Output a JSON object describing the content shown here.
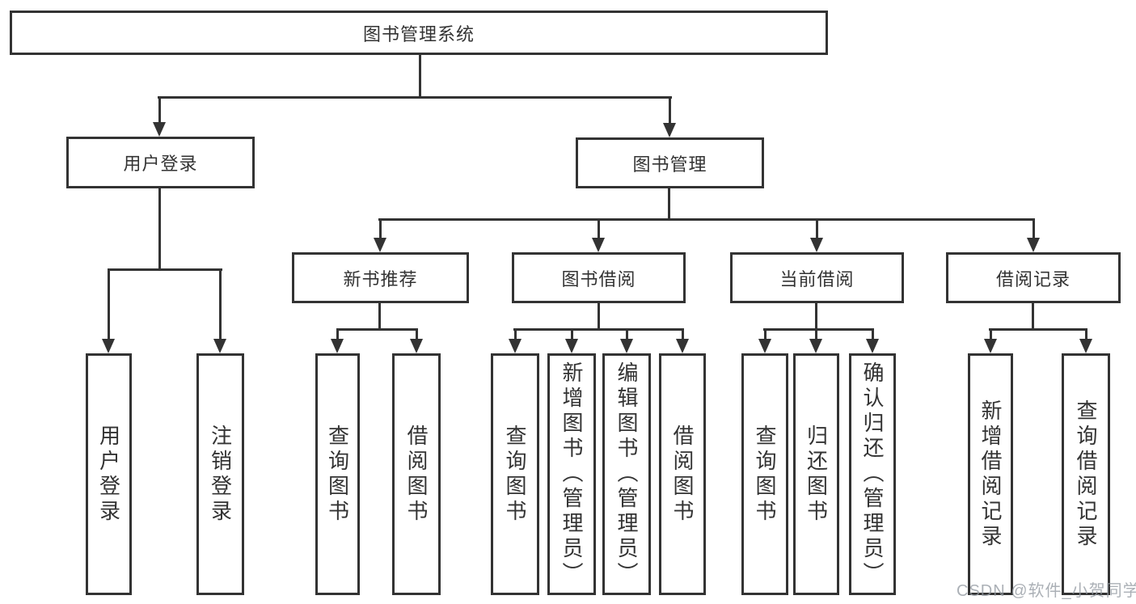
{
  "tree": {
    "title": "图书管理系统",
    "branches": [
      {
        "label": "用户登录",
        "children": [
          "用户登录",
          "注销登录"
        ]
      },
      {
        "label": "图书管理",
        "sections": [
          {
            "label": "新书推荐",
            "children": [
              "查询图书",
              "借阅图书"
            ]
          },
          {
            "label": "图书借阅",
            "children": [
              "查询图书",
              "新增图书（管理员）",
              "编辑图书（管理员）",
              "借阅图书"
            ]
          },
          {
            "label": "当前借阅",
            "children": [
              "查询图书",
              "归还图书",
              "确认归还（管理员）"
            ]
          },
          {
            "label": "借阅记录",
            "children": [
              "新增借阅记录",
              "查询借阅记录"
            ]
          }
        ]
      }
    ]
  },
  "watermark": {
    "text": "CSDN @软件_小贺同学"
  },
  "colors": {
    "line": "#333333",
    "text": "#333333",
    "background": "#ffffff",
    "watermark": "#949aa1"
  }
}
